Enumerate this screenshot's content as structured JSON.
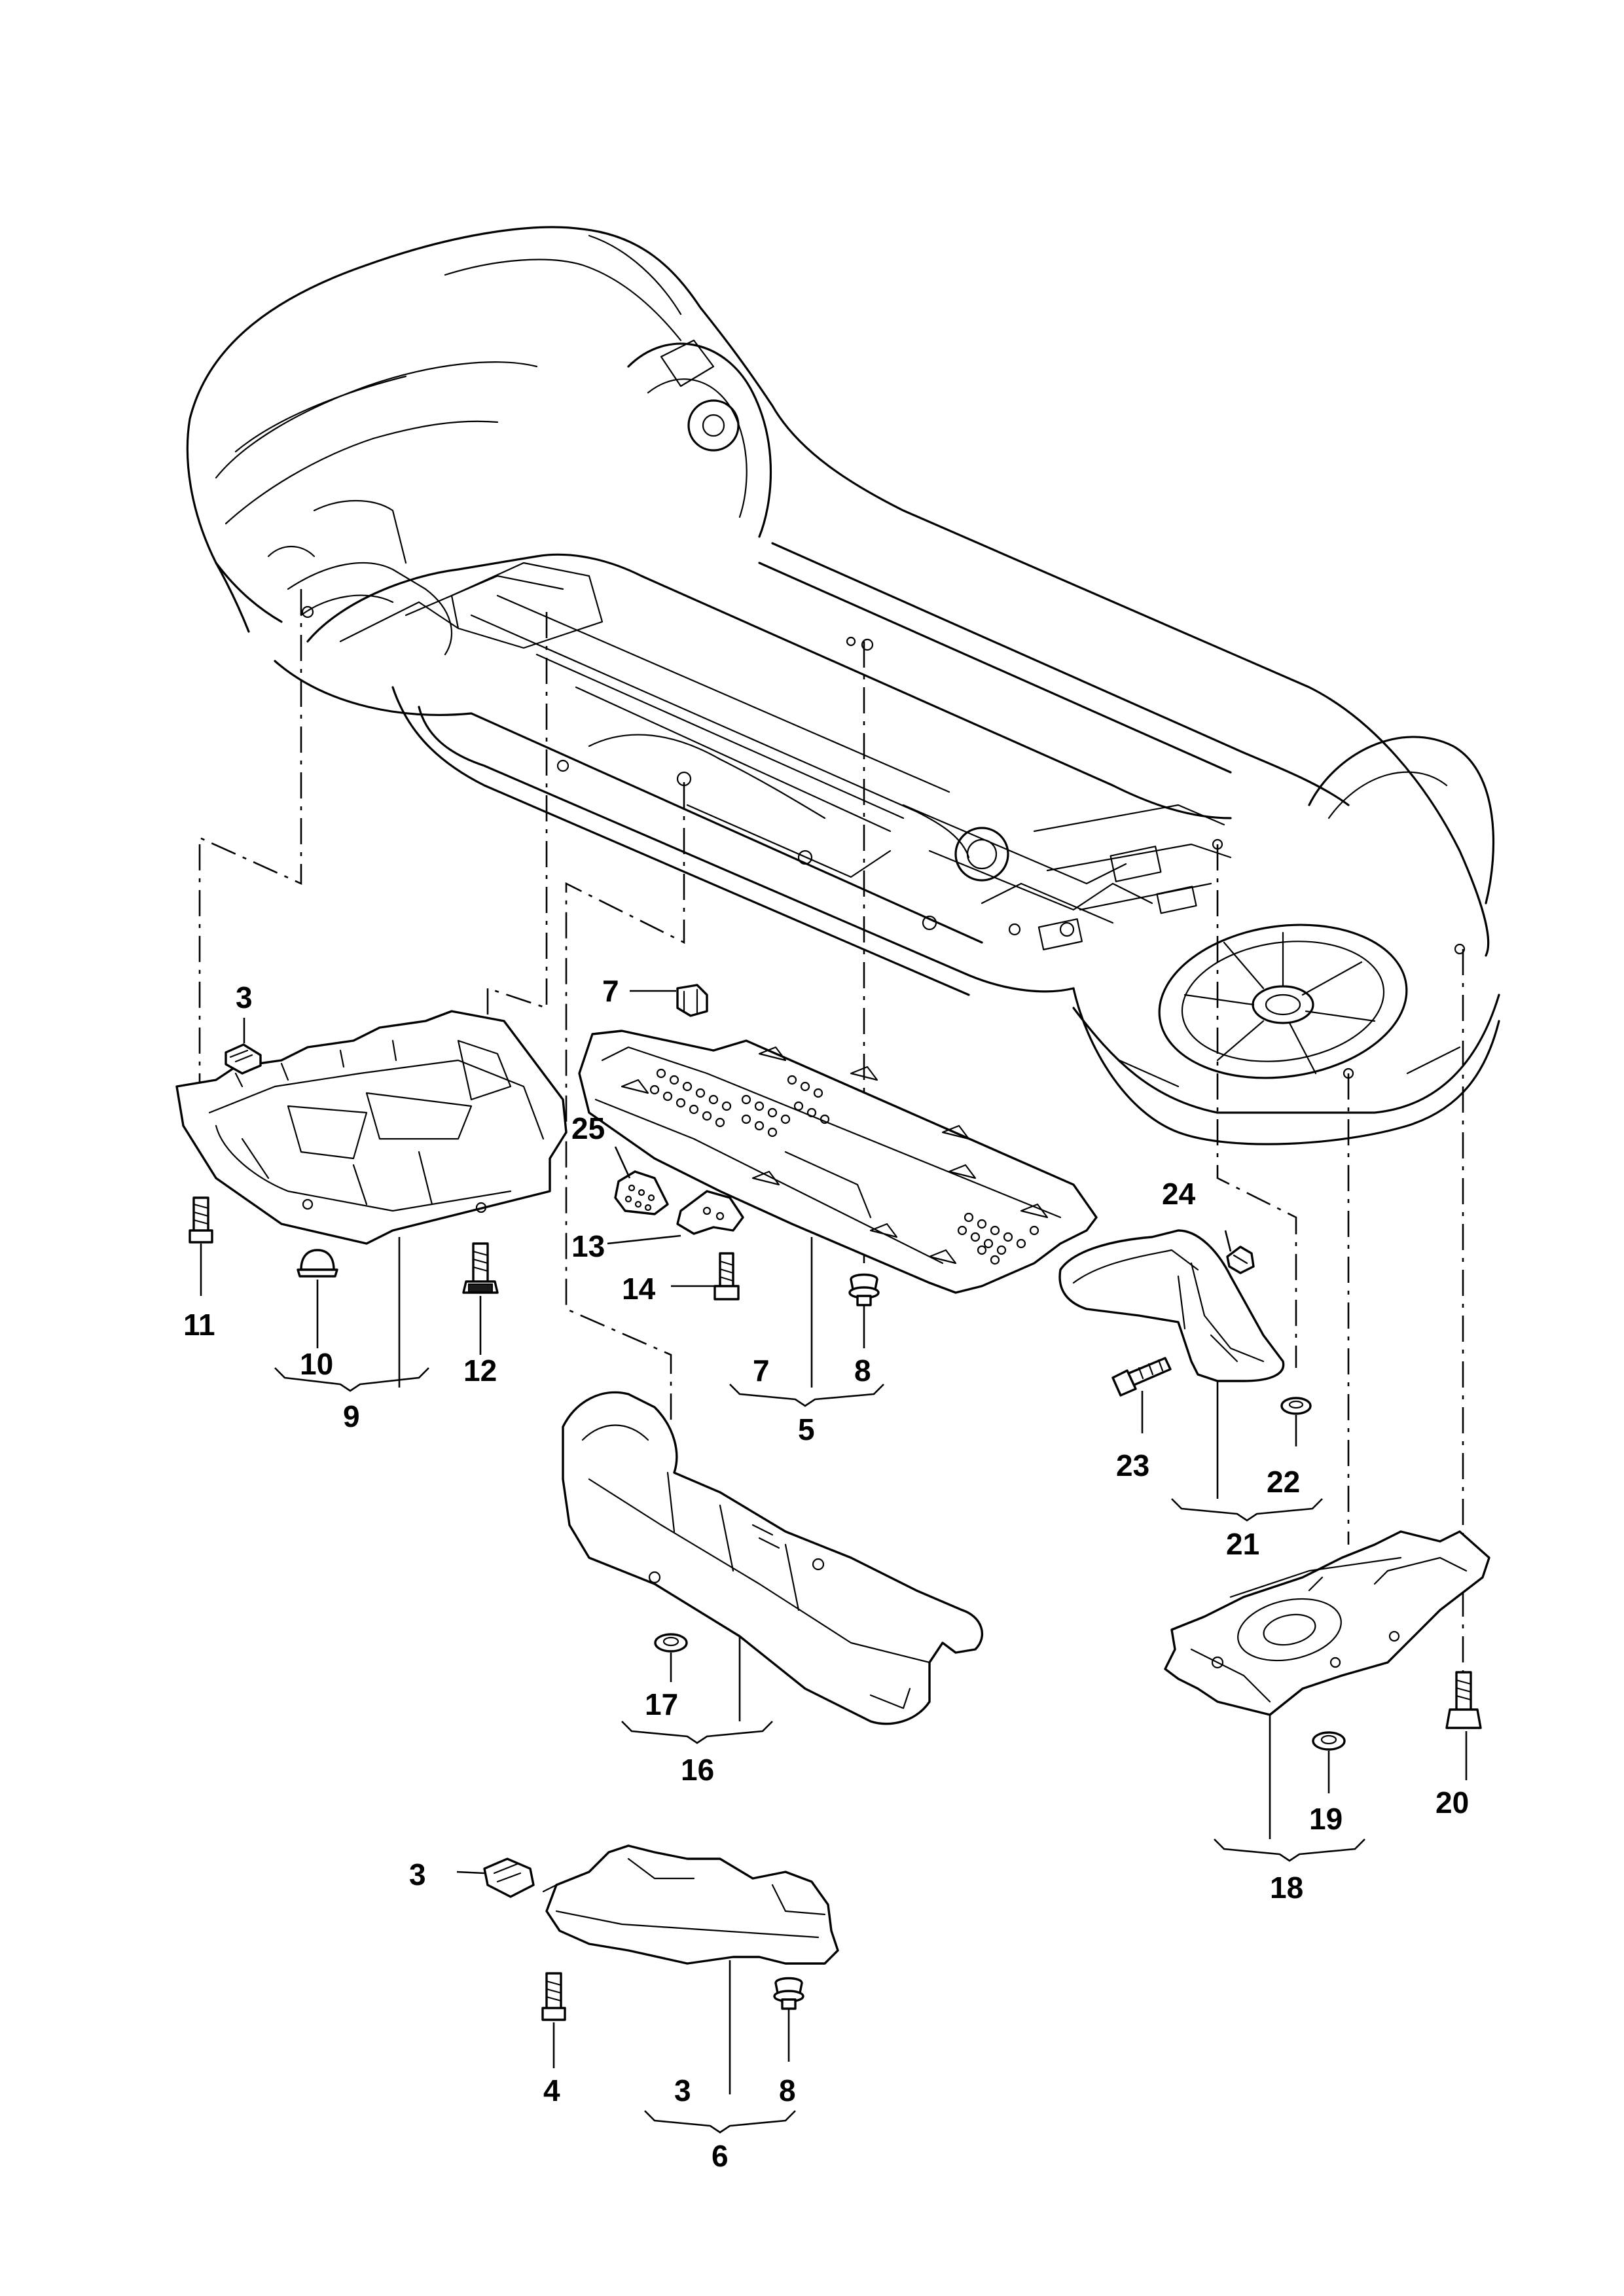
{
  "labels": {
    "p3a": "3",
    "p7a": "7",
    "p25": "25",
    "p13": "13",
    "p14": "14",
    "p11": "11",
    "p10": "10",
    "p12": "12",
    "p9": "9",
    "p7b": "7",
    "p8a": "8",
    "p5": "5",
    "p24": "24",
    "p23": "23",
    "p22": "22",
    "p21": "21",
    "p17": "17",
    "p16": "16",
    "p20": "20",
    "p19": "19",
    "p18": "18",
    "p3b": "3",
    "p4": "4",
    "p3c": "3",
    "p8b": "8",
    "p6": "6"
  }
}
